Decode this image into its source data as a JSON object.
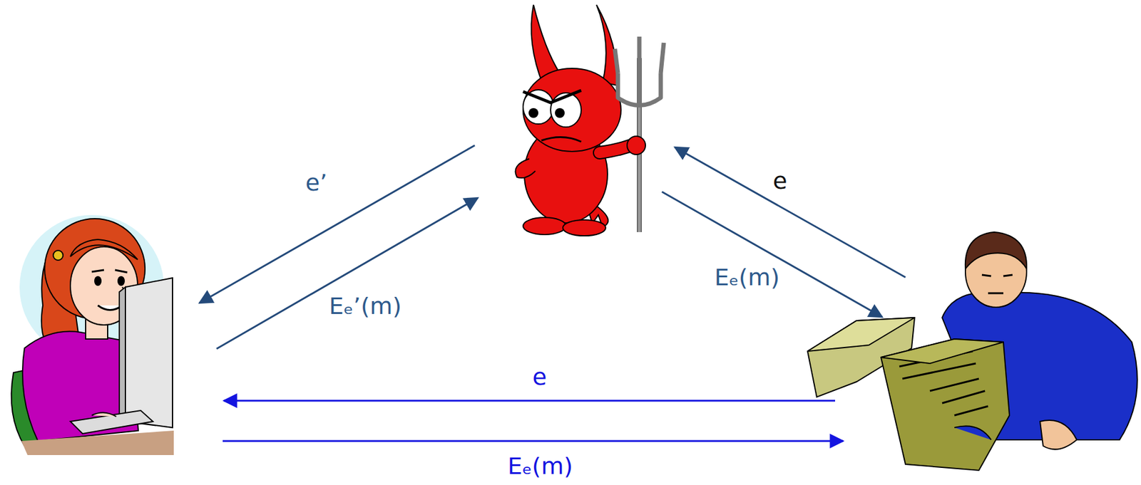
{
  "diagram": {
    "labels": [
      "e’",
      "e",
      "Eₑ’(m)",
      "Eₑ(m)",
      "e",
      "Eₑ(m)"
    ]
  }
}
